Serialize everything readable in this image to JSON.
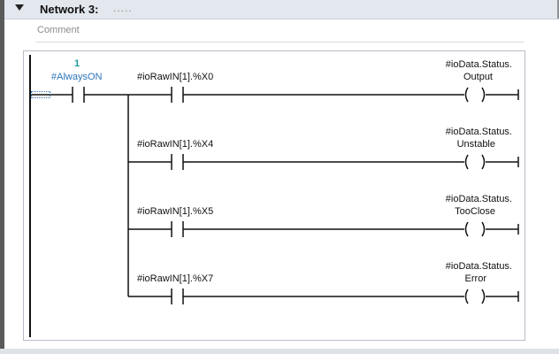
{
  "network": {
    "title": "Network 3:",
    "title_suffix": ".....",
    "comment_placeholder": "Comment"
  },
  "rungs": [
    {
      "type": "contact",
      "counter": "1",
      "operand": "#AlwaysON"
    },
    {
      "type": "contact",
      "operand": "#ioRawIN[1].%X0",
      "coil_line1": "#ioData.Status.",
      "coil_line2": "Output"
    },
    {
      "type": "contact",
      "operand": "#ioRawIN[1].%X4",
      "coil_line1": "#ioData.Status.",
      "coil_line2": "Unstable"
    },
    {
      "type": "contact",
      "operand": "#ioRawIN[1].%X5",
      "coil_line1": "#ioData.Status.",
      "coil_line2": "TooClose"
    },
    {
      "type": "contact",
      "operand": "#ioRawIN[1].%X7",
      "coil_line1": "#ioData.Status.",
      "coil_line2": "Error"
    }
  ],
  "colors": {
    "accent_blue": "#2d74b8",
    "teal": "#1a9b9b",
    "wire": "#111111",
    "header_bg": "#e3e7ee"
  }
}
